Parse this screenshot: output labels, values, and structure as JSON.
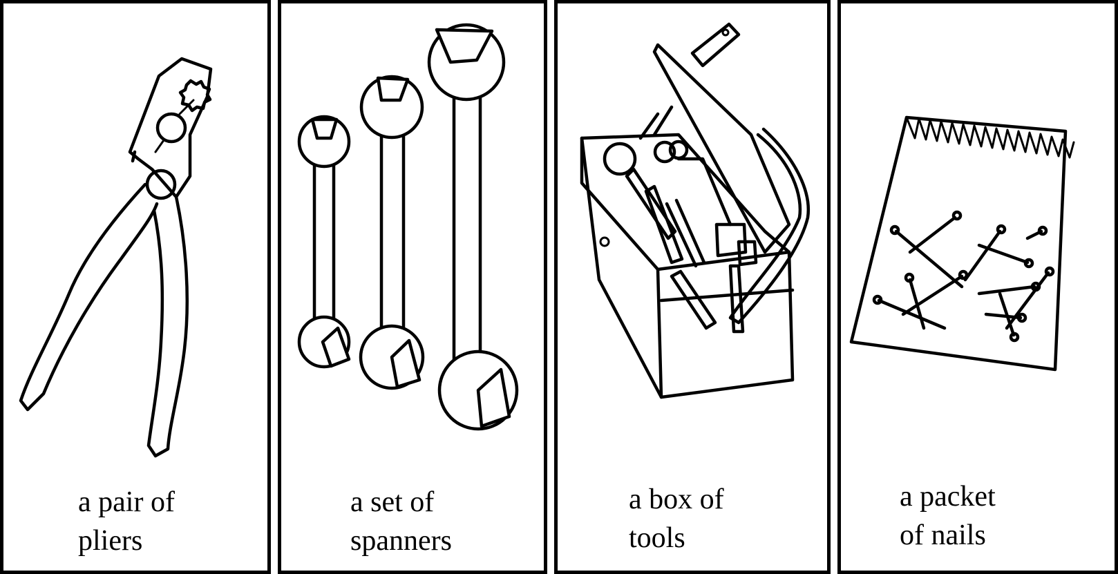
{
  "panels": [
    {
      "id": "pliers",
      "icon": "pliers-icon",
      "caption": [
        "a pair of",
        "pliers"
      ]
    },
    {
      "id": "spanners",
      "icon": "spanners-icon",
      "caption": [
        "a set of",
        "spanners"
      ]
    },
    {
      "id": "toolbox",
      "icon": "toolbox-icon",
      "caption": [
        "a box of",
        "tools"
      ]
    },
    {
      "id": "nails",
      "icon": "nails-packet-icon",
      "caption": [
        "a packet",
        "of nails"
      ]
    }
  ]
}
